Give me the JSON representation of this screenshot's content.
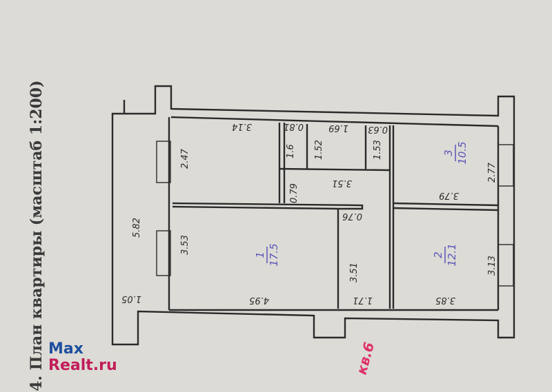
{
  "title": "4. План квартиры (масштаб 1:200)",
  "flat_label": "кв.6",
  "rooms": [
    {
      "number": "1",
      "area": "17.5"
    },
    {
      "number": "2",
      "area": "12.1"
    },
    {
      "number": "3",
      "area": "10.5"
    }
  ],
  "dimensions": {
    "d314": "3.14",
    "d247": "2.47",
    "d081": "0.81",
    "d16": "1.6",
    "d169": "1.69",
    "d152": "1.52",
    "d063": "0.63",
    "d153": "1.53",
    "d351a": "3.51",
    "d079": "0.79",
    "d379": "3.79",
    "d277": "2.77",
    "d582": "5.82",
    "d353": "3.53",
    "d076": "0.76",
    "d351b": "3.51",
    "d313": "3.13",
    "d105": "1.05",
    "d495": "4.95",
    "d171": "1.71",
    "d385": "3.85"
  },
  "watermark": {
    "line1": "Max",
    "line2": "Realt.ru"
  },
  "colors": {
    "paper": "#dcdbd6",
    "ink": "#2a2a2a",
    "room_ink": "#5b55b8",
    "flat_ink": "#e0306a"
  }
}
